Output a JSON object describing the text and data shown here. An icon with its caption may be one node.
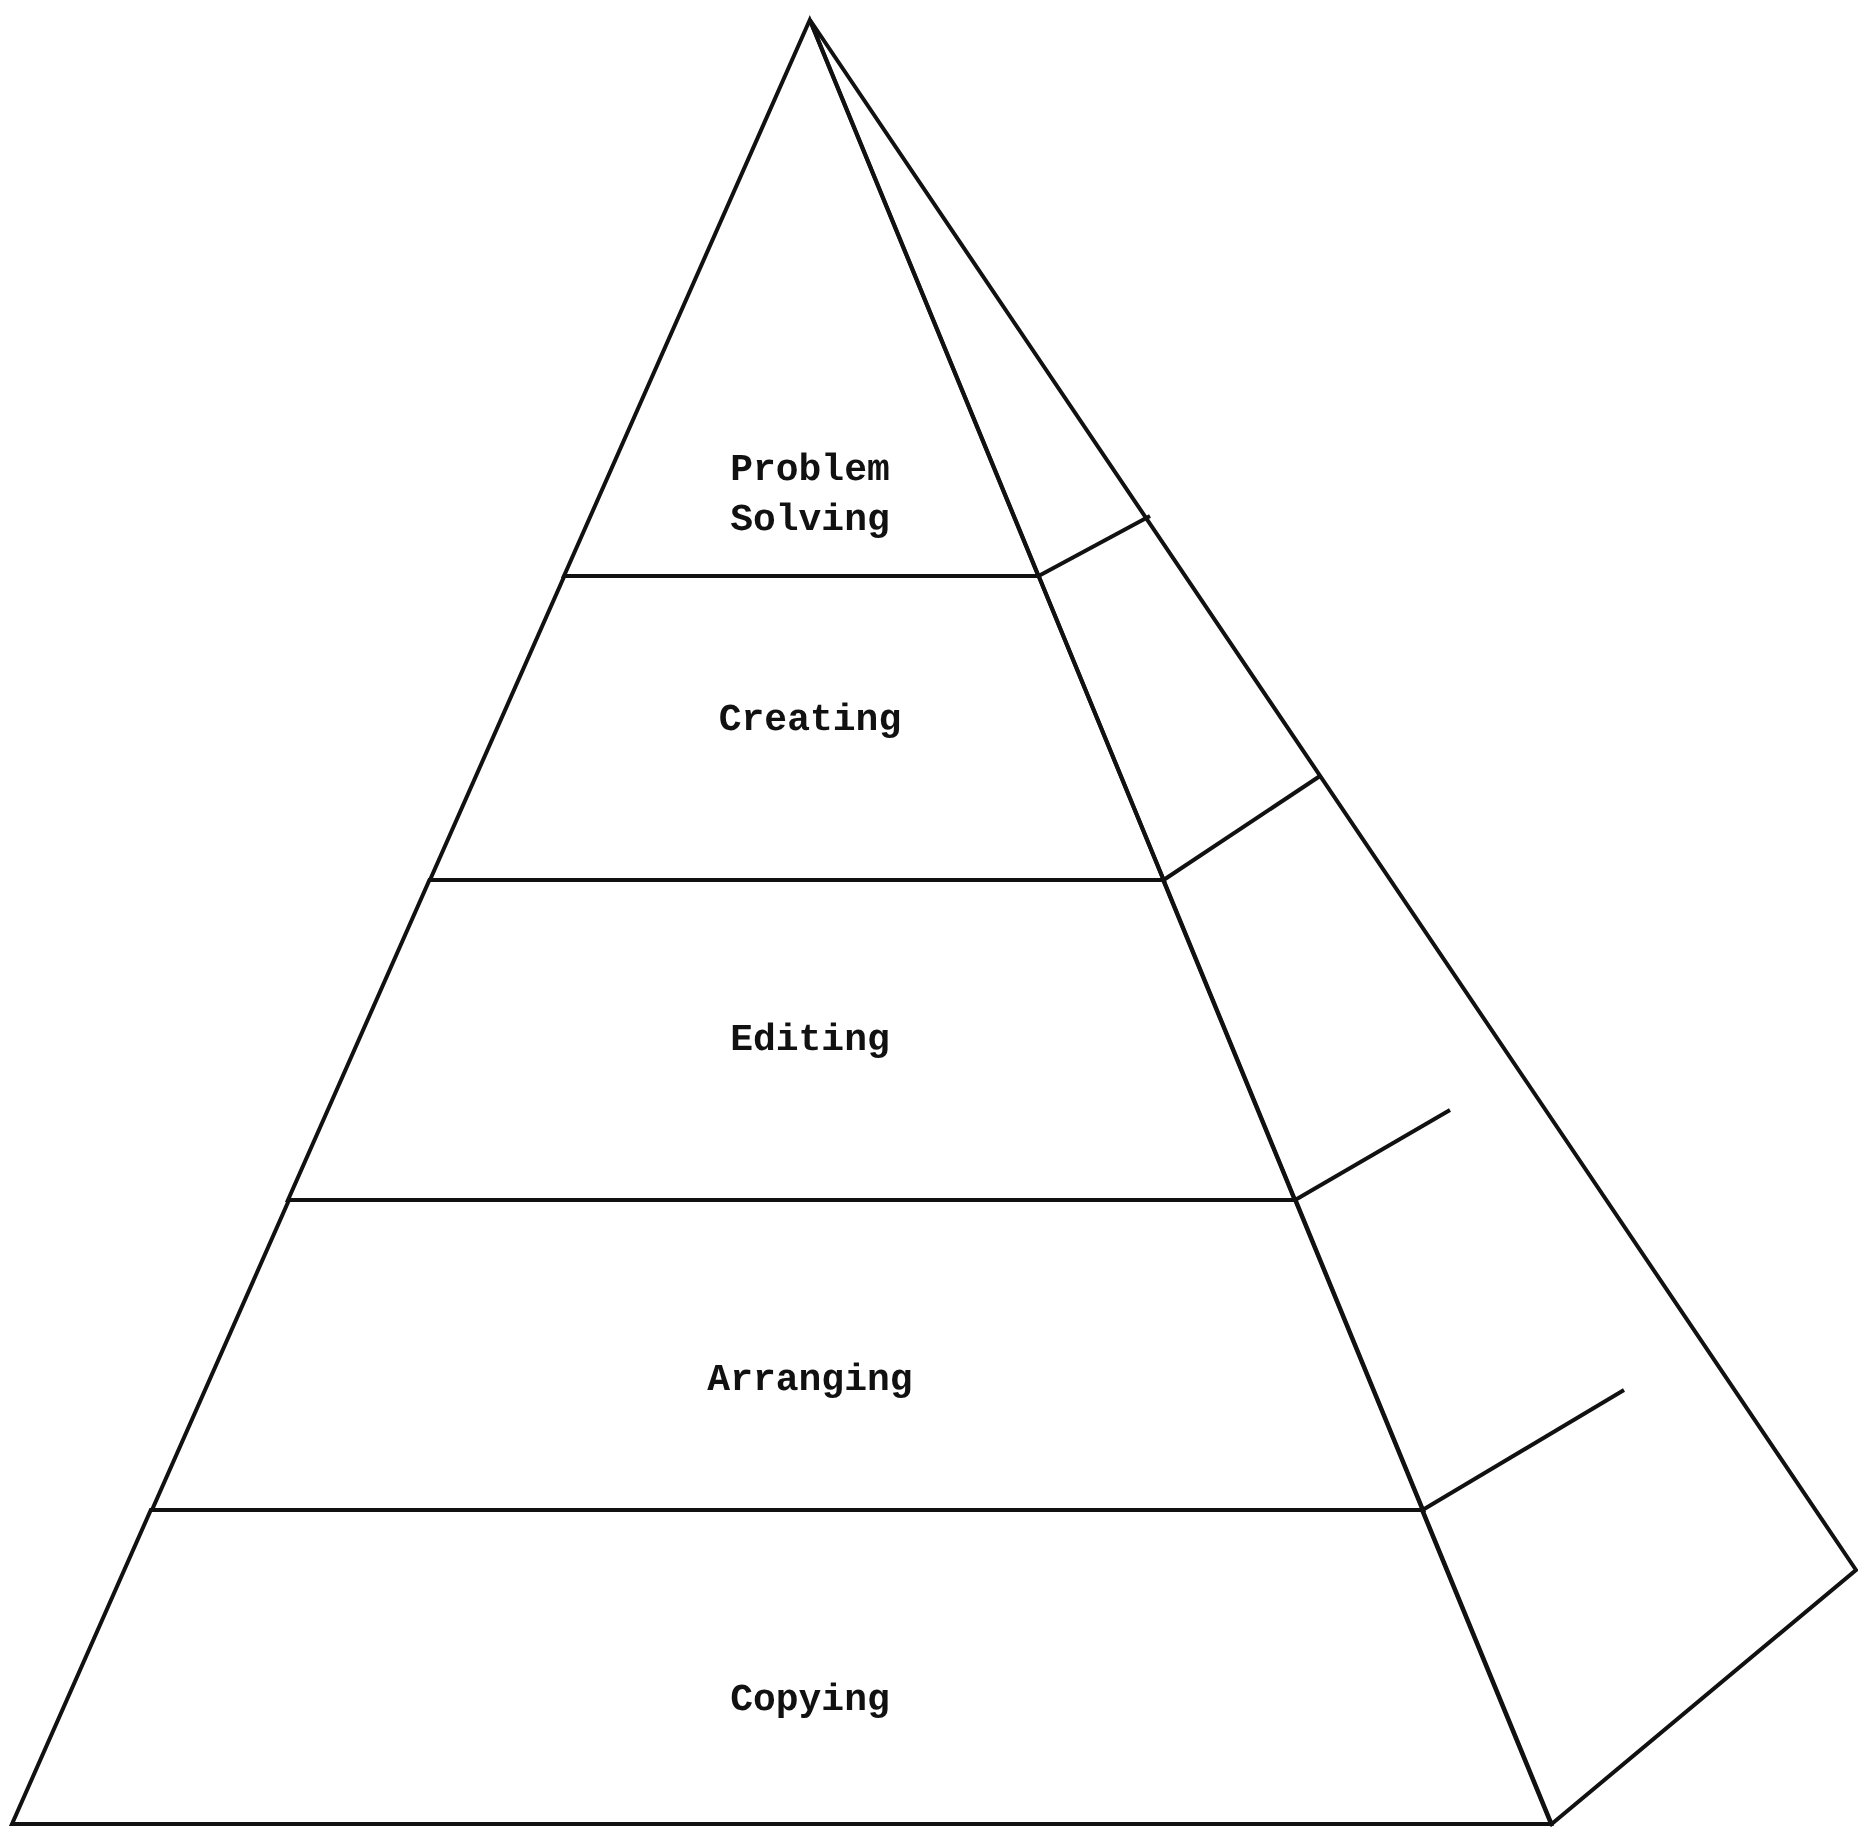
{
  "diagram": {
    "nodes": [
      {
        "text": [
          "Problem Solving"
        ]
      },
      {
        "text": [
          "Creating"
        ]
      },
      {
        "text": [
          "Editing"
        ]
      },
      {
        "text": [
          "Arranging"
        ]
      },
      {
        "text": [
          "Copying"
        ]
      }
    ]
  }
}
